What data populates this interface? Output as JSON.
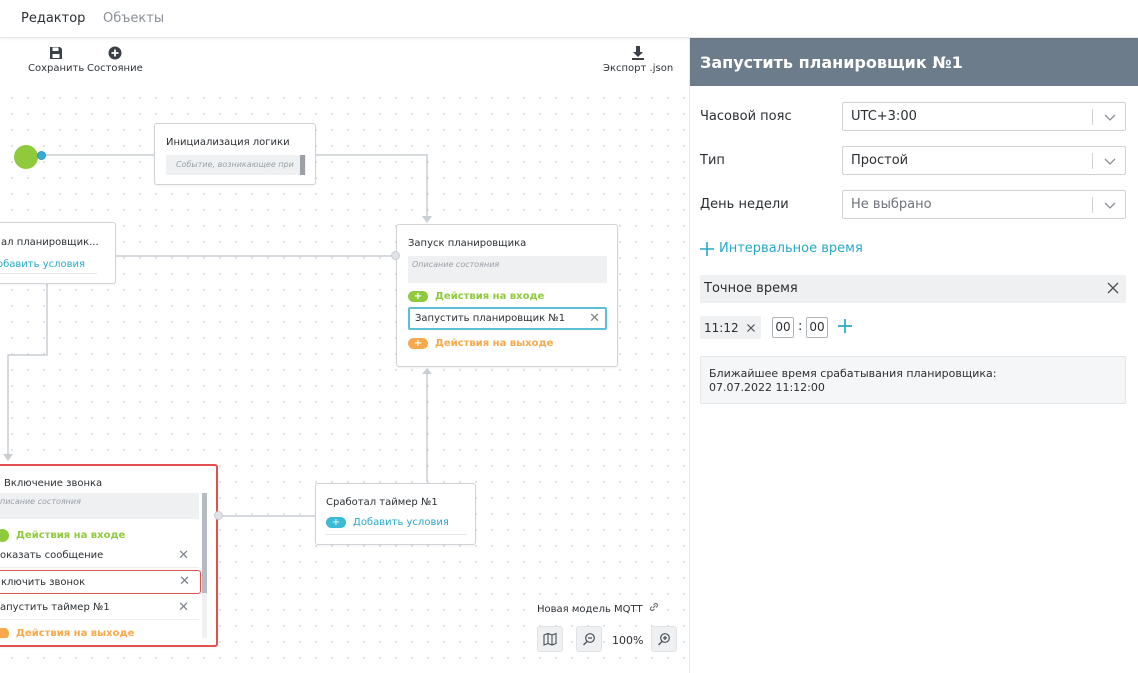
{
  "nav": {
    "tab_editor": "Редактор",
    "tab_objects": "Объекты"
  },
  "toolbar": {
    "save_label": "Сохранить",
    "state_label": "Состояние",
    "export_label": "Экспорт .json"
  },
  "nodes": {
    "init": {
      "title": "Инициализация логики",
      "desc": "Событие, возникающее при"
    },
    "left_event": {
      "title": "ал планировщик...",
      "add_conditions": "обавить условия"
    },
    "launch": {
      "title": "Запуск планировщика",
      "desc": "Описание состояния",
      "on_enter": "Действия на входе",
      "action": "Запустить планировщик №1",
      "on_exit": "Действия на выходе"
    },
    "bell": {
      "title": "Включение звонка",
      "desc": "писание состояния",
      "on_enter": "Действия на входе",
      "actions": [
        "оказать сообщение",
        "ключить звонок",
        "апустить таймер №1"
      ],
      "on_exit": "Действия на выходе"
    },
    "timer": {
      "title": "Сработал таймер №1",
      "add_conditions": "Добавить условия"
    }
  },
  "canvas_footer": {
    "model_name": "Новая модель MQTT",
    "zoom": "100%"
  },
  "panel": {
    "title": "Запустить планировщик №1",
    "timezone_label": "Часовой пояс",
    "timezone_value": "UTC+3:00",
    "type_label": "Тип",
    "type_value": "Простой",
    "weekday_label": "День недели",
    "weekday_value": "Не выбрано",
    "interval_label": "Интервальное время",
    "exact_label": "Точное время",
    "time_tag": "11:12",
    "hours": "00",
    "minutes": "00",
    "next_run_label": "Ближайшее время срабатывания планировщика:",
    "next_run_value": "07.07.2022 11:12:00"
  },
  "colors": {
    "header": "#6c7c8a",
    "accent": "#27a9c8",
    "green": "#8fca3d",
    "orange": "#f7a94c",
    "error": "#e05050"
  }
}
